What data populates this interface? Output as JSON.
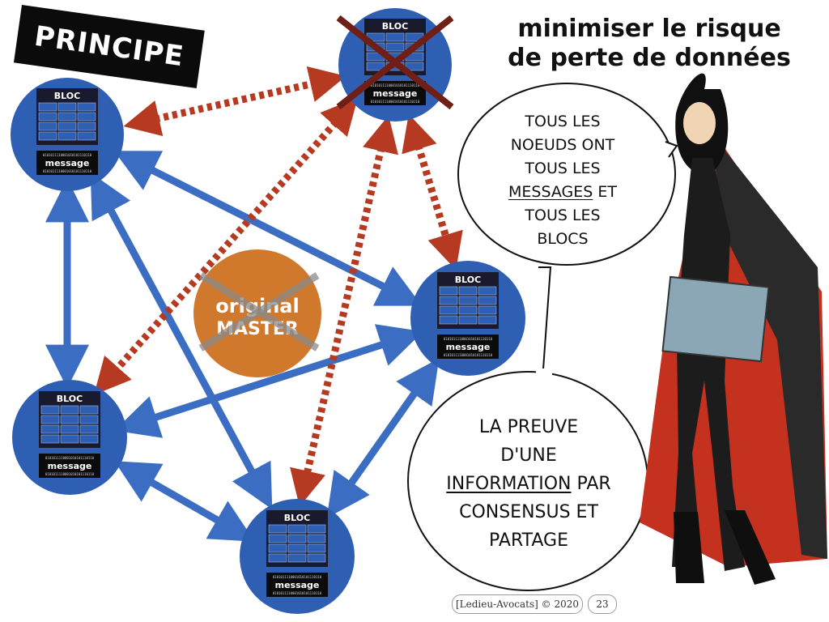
{
  "principe_tag": "PRINCIPE",
  "title": [
    "minimiser le risque",
    "de perte de données"
  ],
  "bubble_top": {
    "lines": [
      [
        "TOUS LES"
      ],
      [
        "NOEUDS ONT"
      ],
      [
        "TOUS LES"
      ],
      [
        "MESSAGES",
        " ET"
      ],
      [
        "TOUS LES"
      ],
      [
        "BLOCS"
      ]
    ],
    "underlined": "MESSAGES"
  },
  "bubble_bottom": {
    "lines": [
      [
        "LA PREUVE"
      ],
      [
        "D'UNE"
      ],
      [
        "INFORMATION",
        " PAR"
      ],
      [
        "CONSENSUS ET"
      ],
      [
        "PARTAGE"
      ]
    ],
    "underlined": "INFORMATION"
  },
  "node_label": "BLOC",
  "node_message_label": "message",
  "node_bits": "0101011110001010101110110",
  "master": {
    "line1": "original",
    "line2": "MASTER"
  },
  "footer": {
    "copyright": "[Ledieu-Avocats] © 2020",
    "page": "23"
  },
  "colors": {
    "node_blue": "#2f5fb3",
    "node_dark": "#1a1a2e",
    "arrow_blue": "#3b6ec2",
    "arrow_red": "#b53a21",
    "master_orange": "#d0782b",
    "cross_grey": "#8a8a8a",
    "cross_dark": "#6f1f15"
  }
}
